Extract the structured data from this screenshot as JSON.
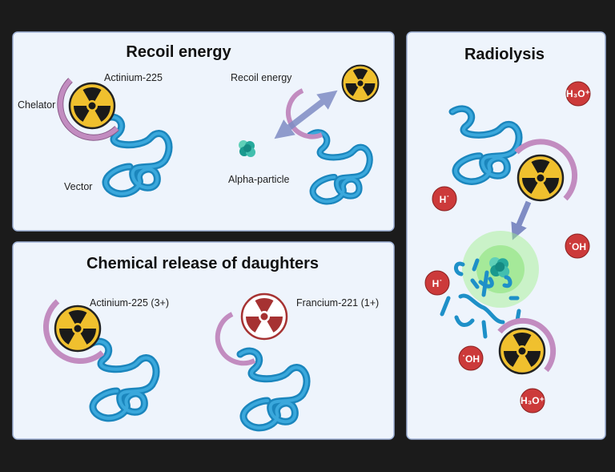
{
  "colors": {
    "background": "#1b1b1b",
    "panel": "#eef4fc",
    "panel_border": "#9fb2d6",
    "vector_blue": "#1e90c8",
    "chelator_purple": "#c28cc0",
    "radiation_yellow": "#f0c02e",
    "francium_red": "#a63232",
    "ion_red": "#cc3a3a",
    "arrow": "#7f8cc4",
    "alpha_teal": "#1aa59a",
    "glow_green": "#9df08a"
  },
  "panels": {
    "recoil": {
      "title": "Recoil energy",
      "labels": {
        "actinium": "Actinium-225",
        "chelator": "Chelator",
        "vector": "Vector",
        "recoil_energy": "Recoil energy",
        "alpha_particle": "Alpha-particle"
      }
    },
    "chemical": {
      "title": "Chemical release of daughters",
      "labels": {
        "actinium": "Actinium-225 (3+)",
        "francium": "Francium-221  (1+)"
      }
    },
    "radiolysis": {
      "title": "Radiolysis",
      "ions": [
        "H₃O⁺",
        "H˙",
        "˙OH",
        "H˙",
        "˙OH",
        "H₃O⁺"
      ]
    }
  }
}
